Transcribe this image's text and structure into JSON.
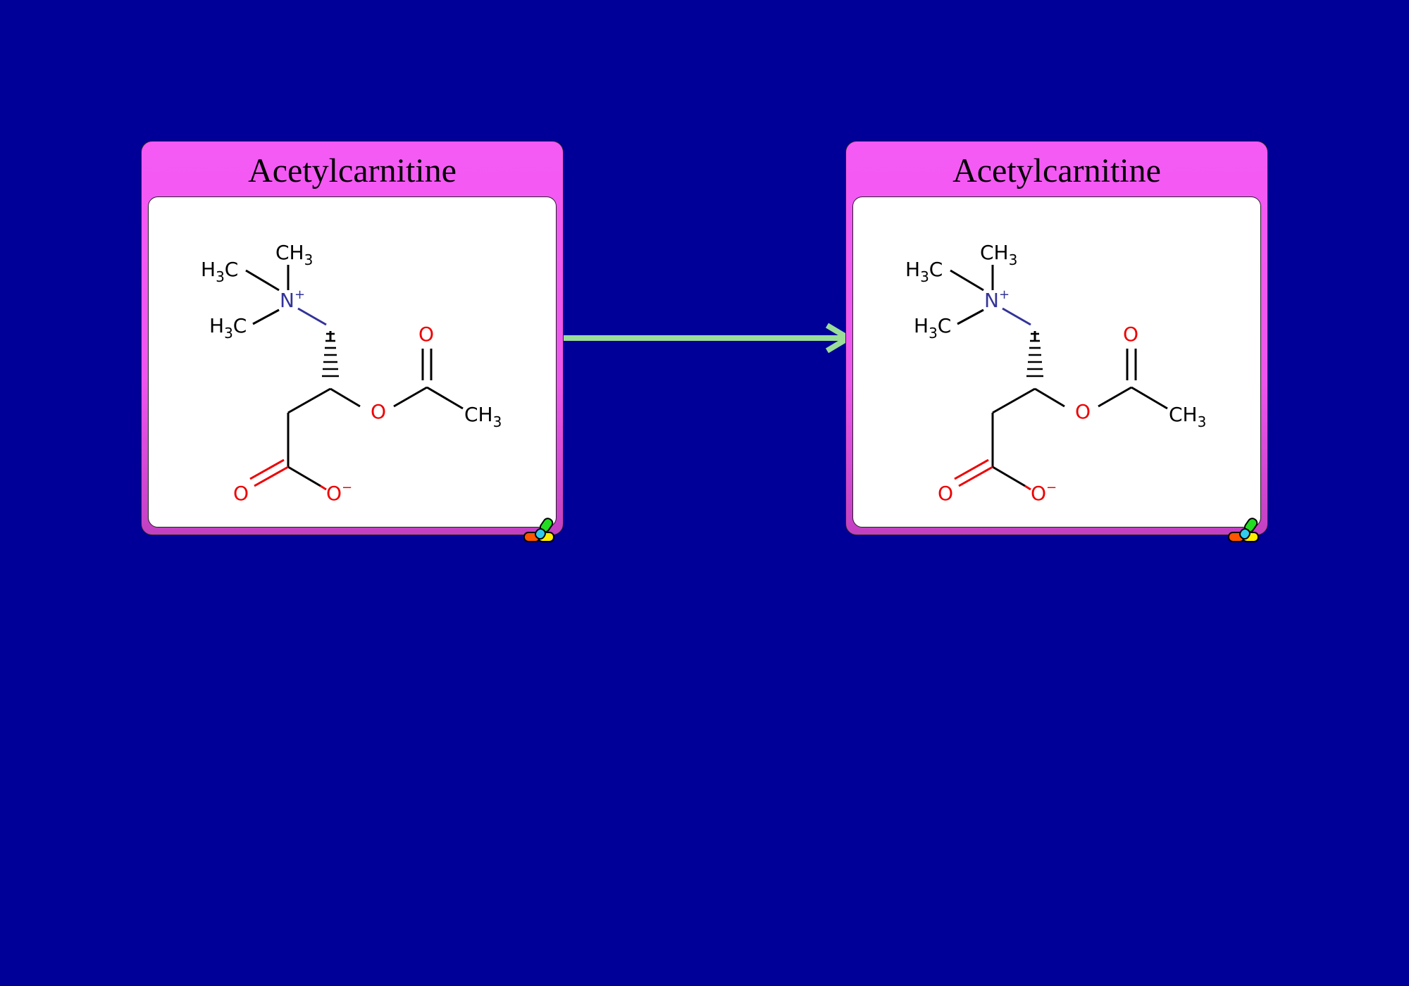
{
  "diagram": {
    "nodes": [
      {
        "name": "Acetylcarnitine",
        "atoms": {
          "ch3_top": "CH",
          "ch3_top_sub": "3",
          "h3c_upper": "H",
          "h3c_upper_sub": "3",
          "h3c_upper_c": "C",
          "h3c_lower": "H",
          "h3c_lower_sub": "3",
          "h3c_lower_c": "C",
          "nitrogen": "N",
          "nitrogen_charge": "+",
          "carbonyl_o": "O",
          "ester_o": "O",
          "ch3_right": "CH",
          "ch3_right_sub": "3",
          "acid_o": "O",
          "acid_o_minus": "O",
          "acid_charge": "−"
        }
      },
      {
        "name": "Acetylcarnitine",
        "atoms": {
          "ch3_top": "CH",
          "ch3_top_sub": "3",
          "h3c_upper": "H",
          "h3c_upper_sub": "3",
          "h3c_upper_c": "C",
          "h3c_lower": "H",
          "h3c_lower_sub": "3",
          "h3c_lower_c": "C",
          "nitrogen": "N",
          "nitrogen_charge": "+",
          "carbonyl_o": "O",
          "ester_o": "O",
          "ch3_right": "CH",
          "ch3_right_sub": "3",
          "acid_o": "O",
          "acid_o_minus": "O",
          "acid_charge": "−"
        }
      }
    ],
    "edge": {
      "from": 0,
      "to": 1,
      "color": "#99dd99"
    },
    "colors": {
      "background": "#000099",
      "card": "#f55af5",
      "nitrogen": "#333399",
      "oxygen": "#ee0000"
    }
  }
}
